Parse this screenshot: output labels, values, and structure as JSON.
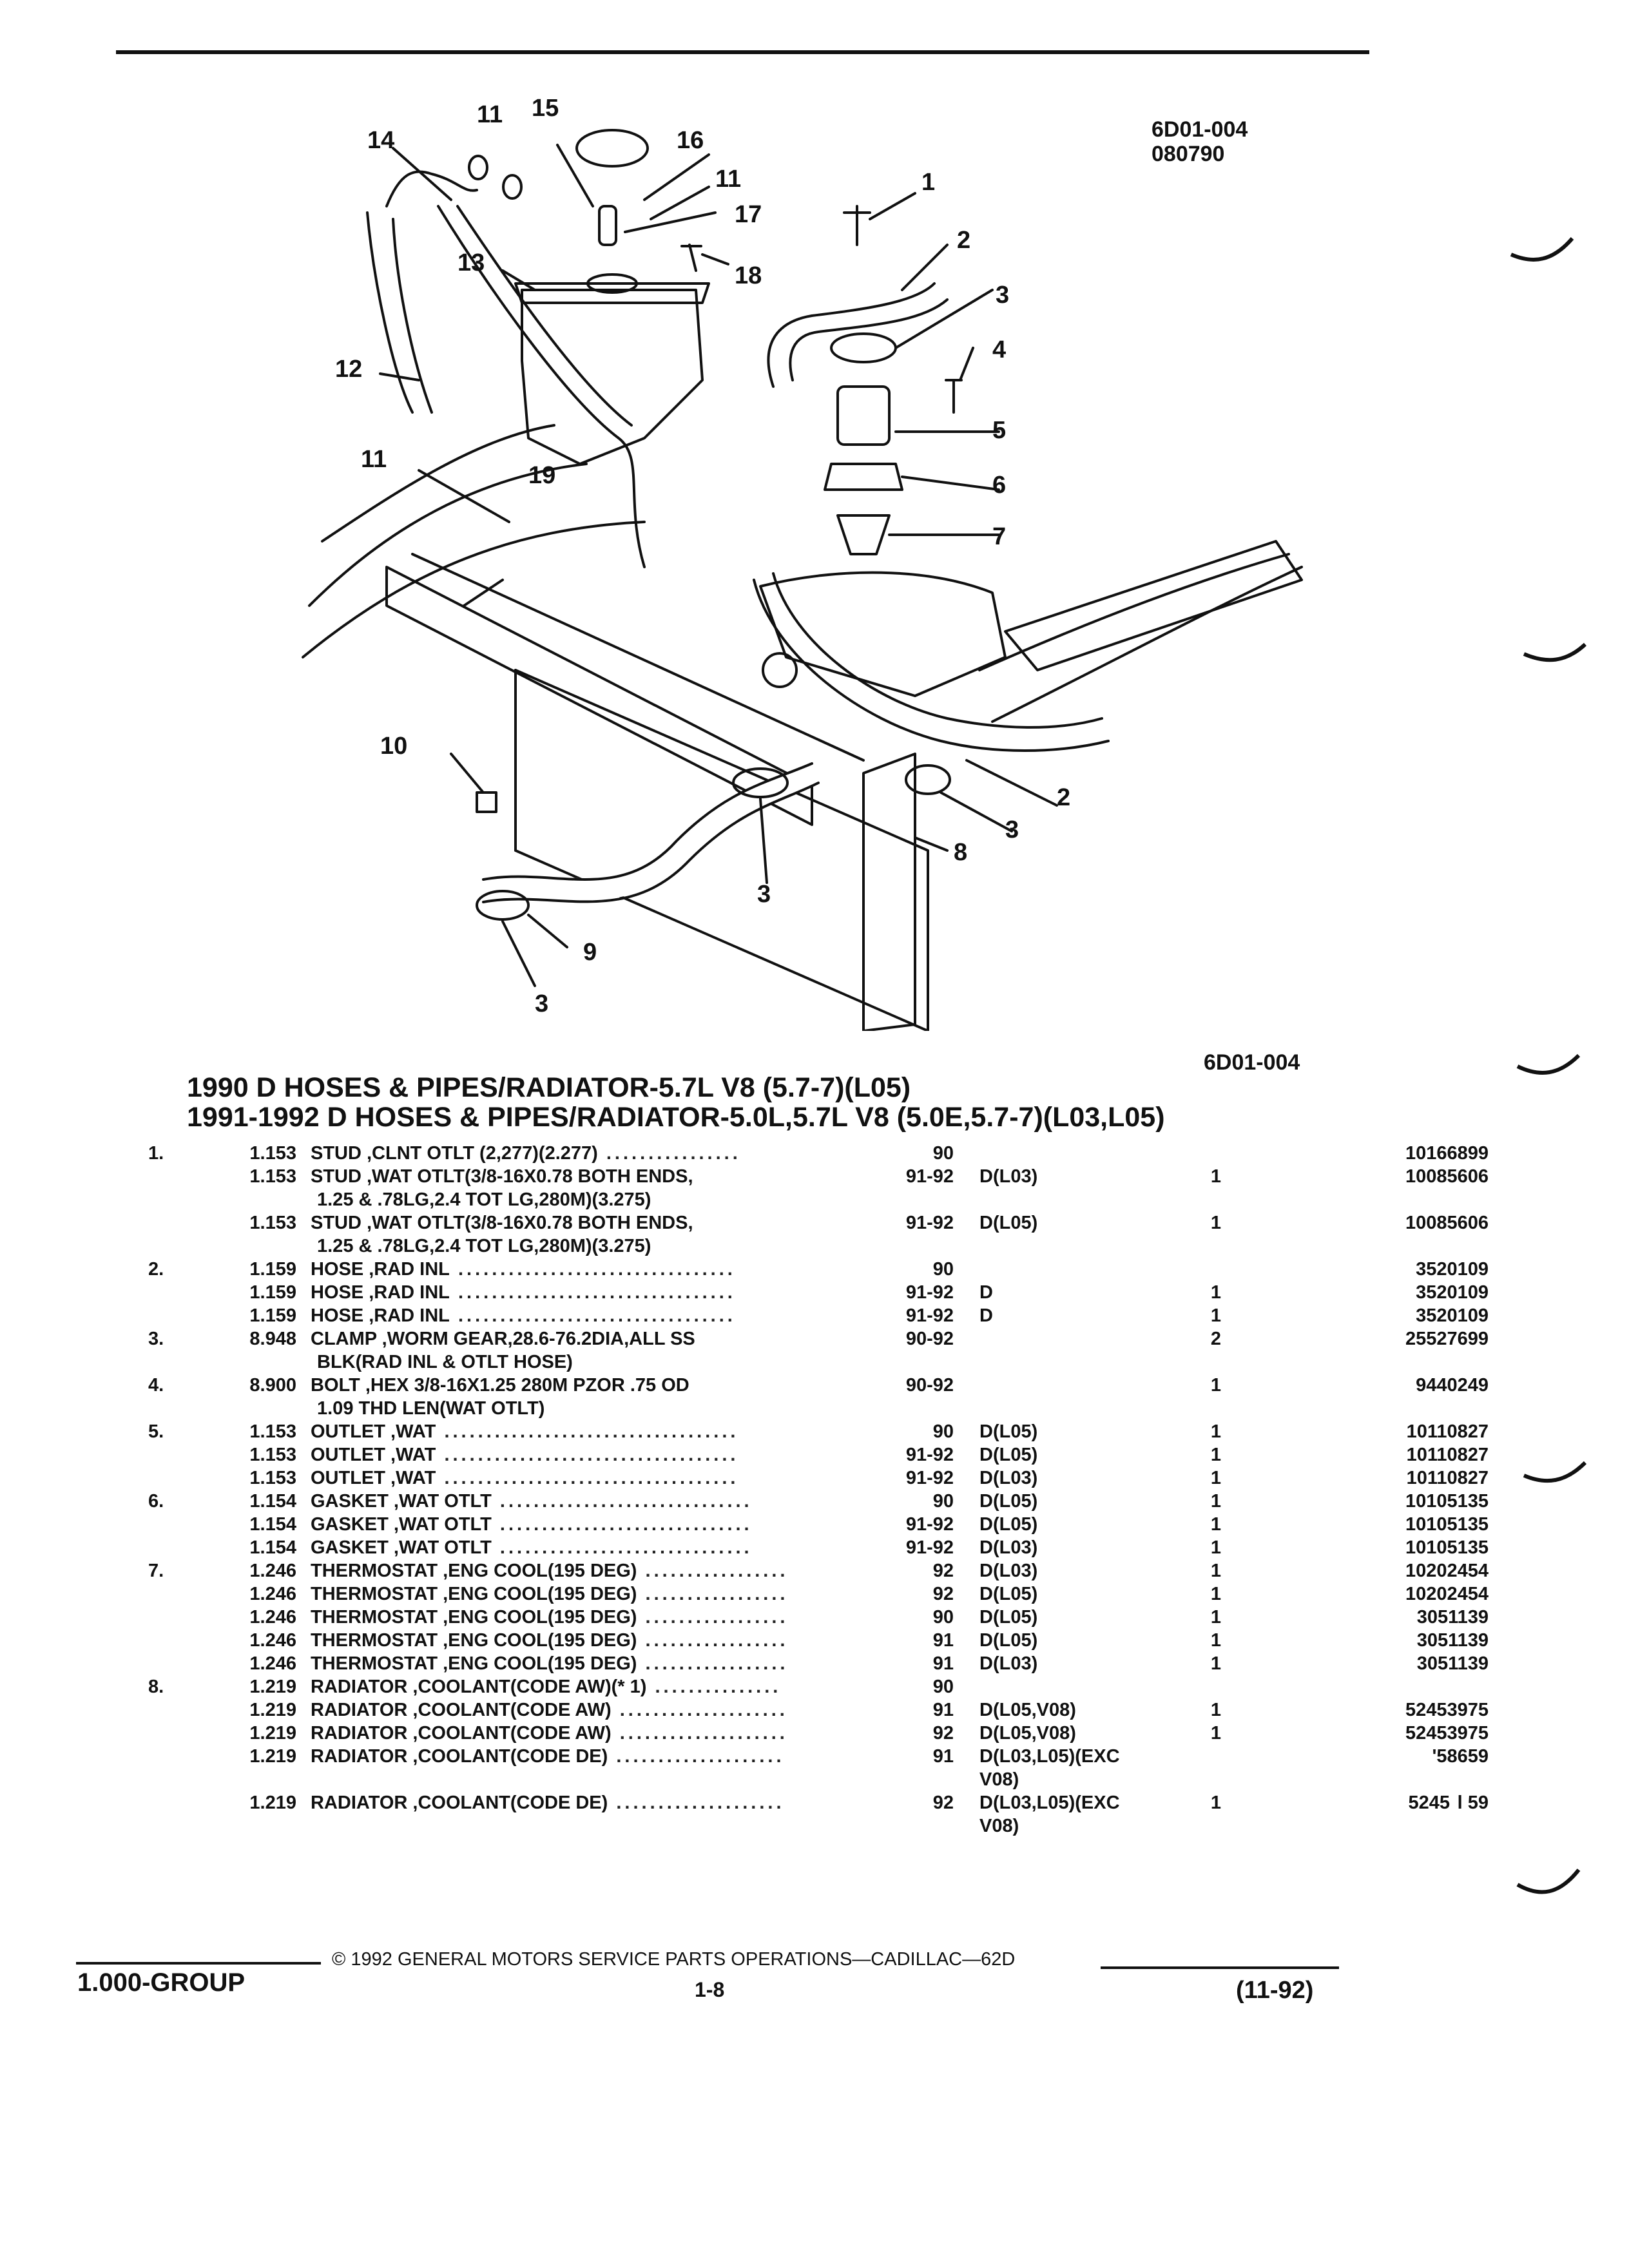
{
  "header": {
    "code": "6D01-004",
    "date": "080790"
  },
  "diagram": {
    "bottom_code": "6D01-004",
    "callouts": [
      "1",
      "2",
      "3",
      "4",
      "5",
      "6",
      "7",
      "8",
      "9",
      "10",
      "11",
      "12",
      "13",
      "14",
      "15",
      "16",
      "17",
      "18",
      "19",
      "11",
      "11",
      "2",
      "3",
      "3",
      "3"
    ]
  },
  "titles": {
    "line1": "1990 D HOSES & PIPES/RADIATOR-5.7L V8 (5.7-7)(L05)",
    "line2": "1991-1992 D HOSES & PIPES/RADIATOR-5.0L,5.7L V8 (5.0E,5.7-7)(L03,L05)"
  },
  "parts": [
    {
      "key": "1.",
      "group": "1.153",
      "desc": "STUD ,CLNT OTLT (2,277)(2.277)",
      "desc2": "",
      "years": "90",
      "app": "",
      "qty": "",
      "part": "10166899"
    },
    {
      "key": "",
      "group": "1.153",
      "desc": "STUD ,WAT OTLT(3/8-16X0.78 BOTH ENDS,",
      "desc2": "1.25 & .78LG,2.4 TOT LG,280M)(3.275)",
      "years": "91-92",
      "app": "D(L03)",
      "qty": "1",
      "part": "10085606"
    },
    {
      "key": "",
      "group": "1.153",
      "desc": "STUD ,WAT OTLT(3/8-16X0.78 BOTH ENDS,",
      "desc2": "1.25 & .78LG,2.4 TOT LG,280M)(3.275)",
      "years": "91-92",
      "app": "D(L05)",
      "qty": "1",
      "part": "10085606"
    },
    {
      "key": "2.",
      "group": "1.159",
      "desc": "HOSE ,RAD INL",
      "desc2": "",
      "years": "90",
      "app": "",
      "qty": "",
      "part": "3520109"
    },
    {
      "key": "",
      "group": "1.159",
      "desc": "HOSE ,RAD INL",
      "desc2": "",
      "years": "91-92",
      "app": "D",
      "qty": "1",
      "part": "3520109"
    },
    {
      "key": "",
      "group": "1.159",
      "desc": "HOSE ,RAD INL",
      "desc2": "",
      "years": "91-92",
      "app": "D",
      "qty": "1",
      "part": "3520109"
    },
    {
      "key": "3.",
      "group": "8.948",
      "desc": "CLAMP ,WORM GEAR,28.6-76.2DIA,ALL SS",
      "desc2": "BLK(RAD INL & OTLT HOSE)",
      "years": "90-92",
      "app": "",
      "qty": "2",
      "part": "25527699"
    },
    {
      "key": "4.",
      "group": "8.900",
      "desc": "BOLT ,HEX 3/8-16X1.25 280M PZOR .75 OD",
      "desc2": "1.09 THD LEN(WAT OTLT)",
      "years": "90-92",
      "app": "",
      "qty": "1",
      "part": "9440249"
    },
    {
      "key": "5.",
      "group": "1.153",
      "desc": "OUTLET ,WAT",
      "desc2": "",
      "years": "90",
      "app": "D(L05)",
      "qty": "1",
      "part": "10110827"
    },
    {
      "key": "",
      "group": "1.153",
      "desc": "OUTLET ,WAT",
      "desc2": "",
      "years": "91-92",
      "app": "D(L05)",
      "qty": "1",
      "part": "10110827"
    },
    {
      "key": "",
      "group": "1.153",
      "desc": "OUTLET ,WAT",
      "desc2": "",
      "years": "91-92",
      "app": "D(L03)",
      "qty": "1",
      "part": "10110827"
    },
    {
      "key": "6.",
      "group": "1.154",
      "desc": "GASKET ,WAT OTLT",
      "desc2": "",
      "years": "90",
      "app": "D(L05)",
      "qty": "1",
      "part": "10105135"
    },
    {
      "key": "",
      "group": "1.154",
      "desc": "GASKET ,WAT OTLT",
      "desc2": "",
      "years": "91-92",
      "app": "D(L05)",
      "qty": "1",
      "part": "10105135"
    },
    {
      "key": "",
      "group": "1.154",
      "desc": "GASKET ,WAT OTLT",
      "desc2": "",
      "years": "91-92",
      "app": "D(L03)",
      "qty": "1",
      "part": "10105135"
    },
    {
      "key": "7.",
      "group": "1.246",
      "desc": "THERMOSTAT ,ENG COOL(195 DEG)",
      "desc2": "",
      "years": "92",
      "app": "D(L03)",
      "qty": "1",
      "part": "10202454"
    },
    {
      "key": "",
      "group": "1.246",
      "desc": "THERMOSTAT ,ENG COOL(195 DEG)",
      "desc2": "",
      "years": "92",
      "app": "D(L05)",
      "qty": "1",
      "part": "10202454"
    },
    {
      "key": "",
      "group": "1.246",
      "desc": "THERMOSTAT ,ENG COOL(195 DEG)",
      "desc2": "",
      "years": "90",
      "app": "D(L05)",
      "qty": "1",
      "part": "3051139"
    },
    {
      "key": "",
      "group": "1.246",
      "desc": "THERMOSTAT ,ENG COOL(195 DEG)",
      "desc2": "",
      "years": "91",
      "app": "D(L05)",
      "qty": "1",
      "part": "3051139"
    },
    {
      "key": "",
      "group": "1.246",
      "desc": "THERMOSTAT ,ENG COOL(195 DEG)",
      "desc2": "",
      "years": "91",
      "app": "D(L03)",
      "qty": "1",
      "part": "3051139"
    },
    {
      "key": "8.",
      "group": "1.219",
      "desc": "RADIATOR ,COOLANT(CODE AW)(* 1)",
      "desc2": "",
      "years": "90",
      "app": "",
      "qty": "",
      "part": ""
    },
    {
      "key": "",
      "group": "1.219",
      "desc": "RADIATOR ,COOLANT(CODE AW)",
      "desc2": "",
      "years": "91",
      "app": "D(L05,V08)",
      "qty": "1",
      "part": "52453975"
    },
    {
      "key": "",
      "group": "1.219",
      "desc": "RADIATOR ,COOLANT(CODE AW)",
      "desc2": "",
      "years": "92",
      "app": "D(L05,V08)",
      "qty": "1",
      "part": "52453975"
    },
    {
      "key": "",
      "group": "1.219",
      "desc": "RADIATOR ,COOLANT(CODE DE)",
      "desc2": "",
      "years": "91",
      "app": "D(L03,L05)(EXC",
      "app2": "V08)",
      "qty": "",
      "part": "'58659"
    },
    {
      "key": "",
      "group": "1.219",
      "desc": "RADIATOR ,COOLANT(CODE DE)",
      "desc2": "",
      "years": "92",
      "app": "D(L03,L05)(EXC",
      "app2": "V08)",
      "qty": "1",
      "part": "5245  l 59"
    }
  ],
  "footer": {
    "group": "1.000-GROUP",
    "copyright": "© 1992 GENERAL MOTORS SERVICE PARTS OPERATIONS—CADILLAC—62D",
    "page": "1-8",
    "date": "(11-92)"
  }
}
